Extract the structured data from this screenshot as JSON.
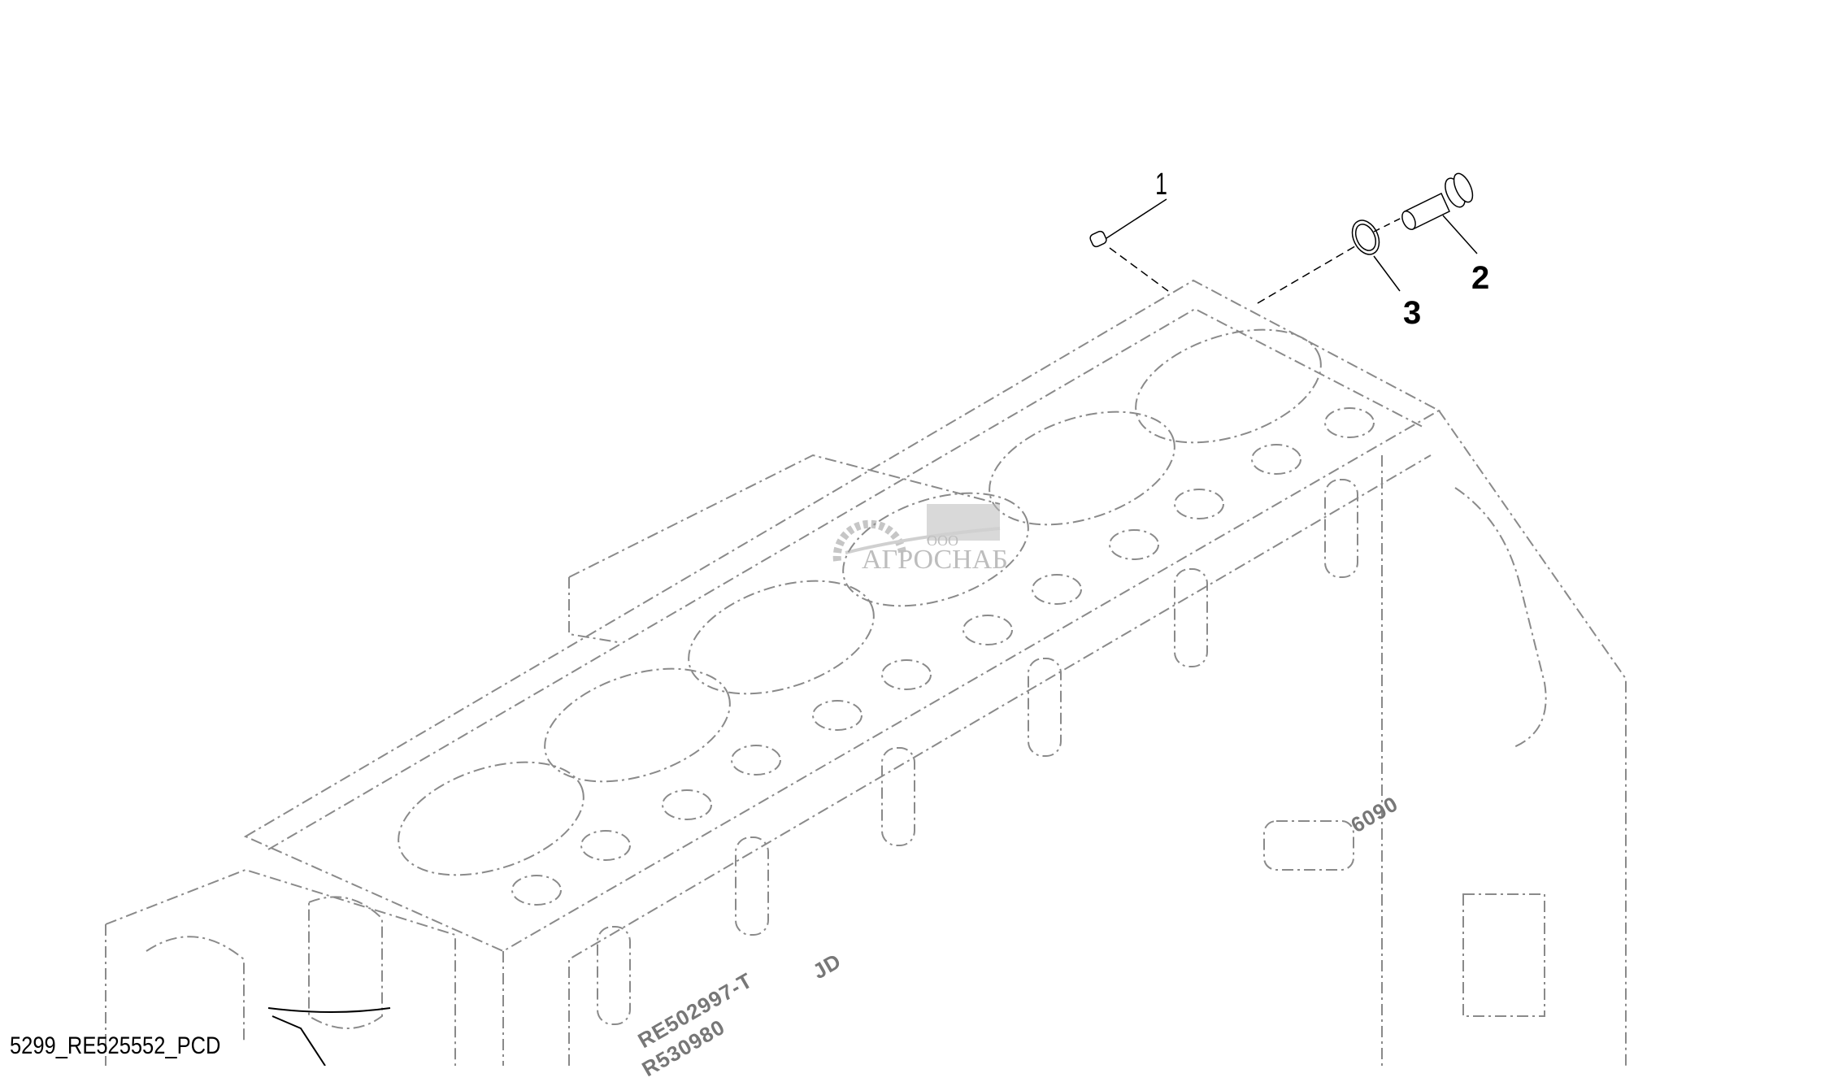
{
  "diagram": {
    "caption": "5299_RE525552_PCD",
    "callouts": [
      "1",
      "2",
      "3"
    ],
    "cast_markings": [
      "RE502997-T",
      "JD",
      "R530980",
      "6090"
    ],
    "watermark": {
      "prefix": "ООО",
      "name": "АГРОСНАБ"
    },
    "colors": {
      "outline": "#8a8a8a",
      "callout": "#000000",
      "watermark": "#888888"
    }
  }
}
